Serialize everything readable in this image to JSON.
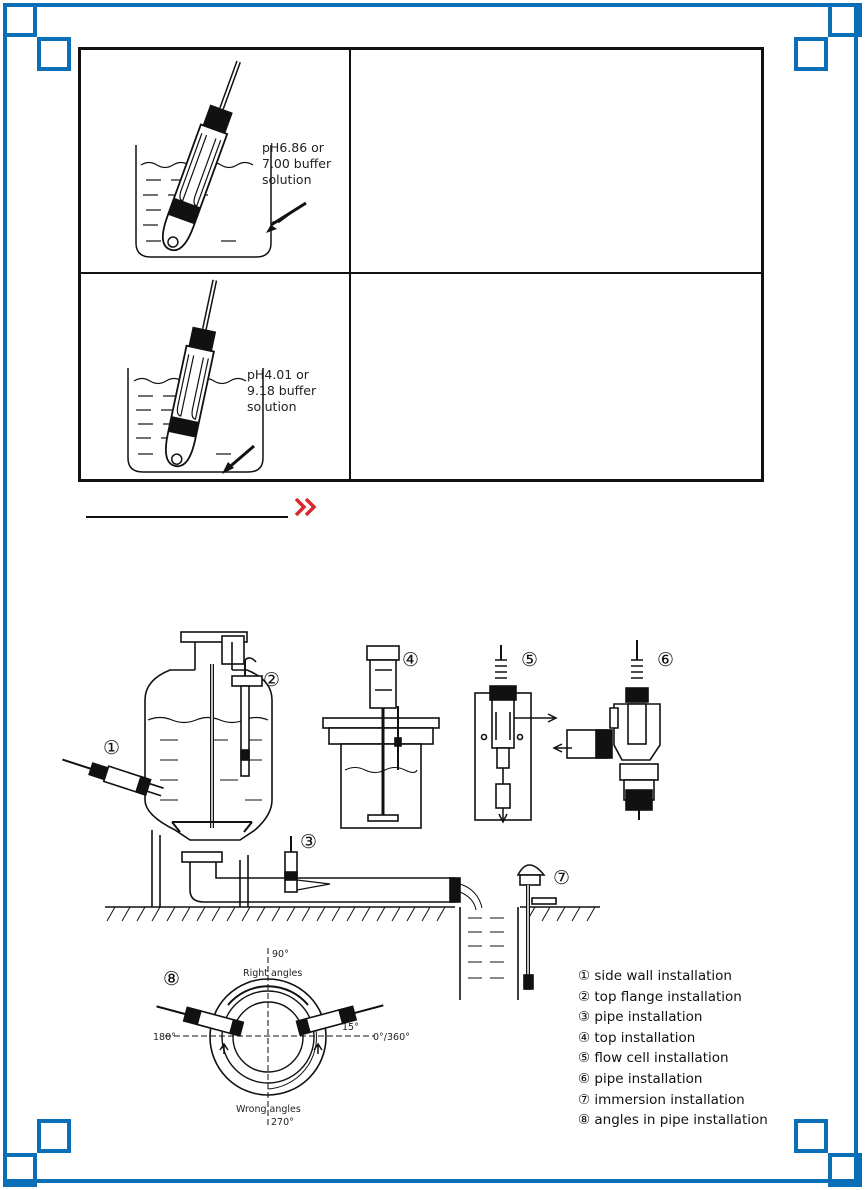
{
  "colors": {
    "frame": "#0a6fb6",
    "accent": "#d9282f"
  },
  "calibration": {
    "row1_caption": [
      "pH6.86 or",
      "7.00 buffer",
      "solution"
    ],
    "row2_caption": [
      "pH4.01 or",
      "9.18 buffer",
      "solution"
    ]
  },
  "section": {
    "icon": "double-chevron-right-icon"
  },
  "diagram": {
    "markers": [
      "①",
      "②",
      "③",
      "④",
      "⑤",
      "⑥",
      "⑦",
      "⑧"
    ],
    "angles": {
      "top": "90°",
      "right_angles": "Right angles",
      "left": "180°",
      "right": "0°/360°",
      "tilt": "15°",
      "wrong_angles": "Wrong angles",
      "bottom": "270°"
    }
  },
  "legend": [
    "① side wall installation",
    "② top flange installation",
    "③ pipe installation",
    "④ top installation",
    "⑤ flow cell installation",
    "⑥ pipe installation",
    "⑦ immersion installation",
    "⑧ angles in pipe installation"
  ]
}
